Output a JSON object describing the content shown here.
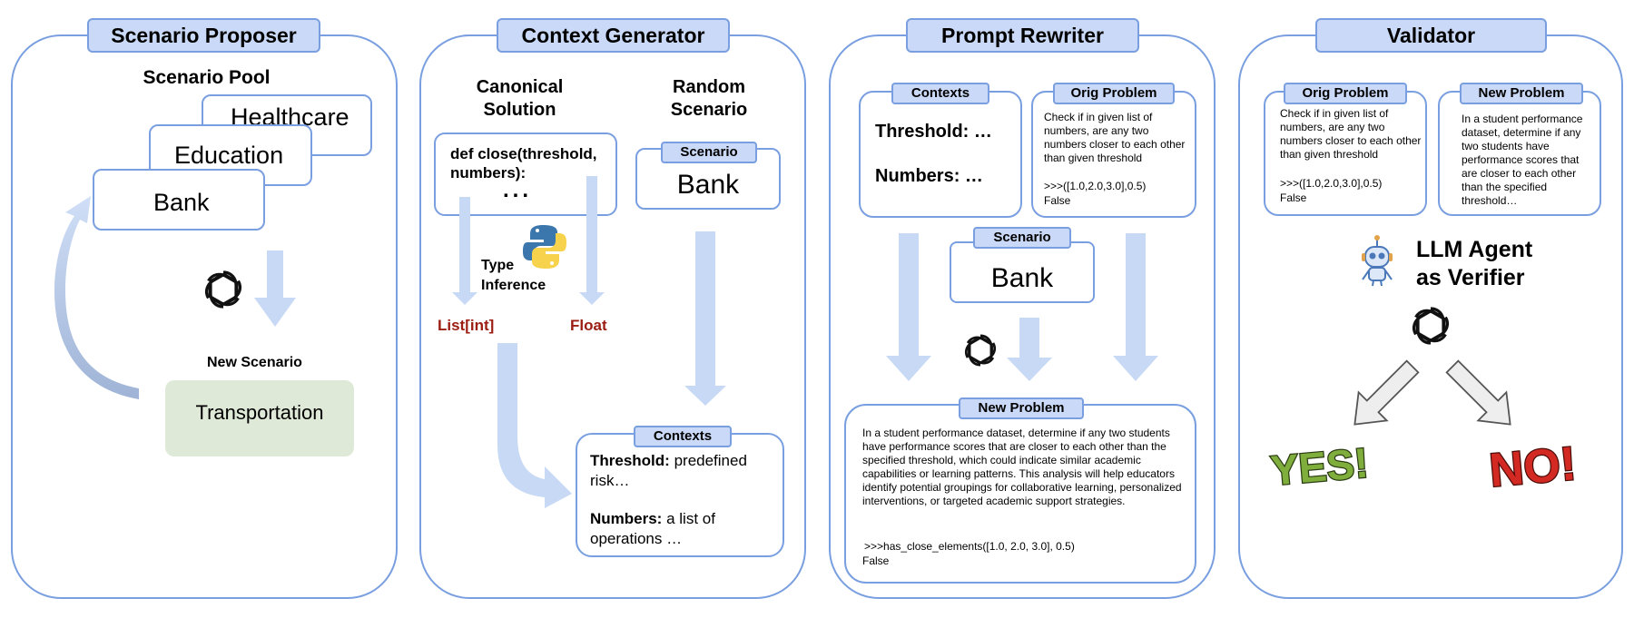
{
  "panels": {
    "proposer": {
      "title": "Scenario Proposer",
      "pool_label": "Scenario Pool",
      "cards": [
        "Healthcare",
        "Education",
        "Bank"
      ],
      "new_label": "New Scenario",
      "new_value": "Transportation"
    },
    "generator": {
      "title": "Context Generator",
      "canonical_label": "Canonical Solution",
      "random_label": "Random Scenario",
      "code_line1": "def close(threshold,",
      "code_line2": "numbers):",
      "code_ellipsis": "...",
      "scenario_tab": "Scenario",
      "scenario_value": "Bank",
      "type_inference": "Type Inference",
      "type_list": "List[int]",
      "type_float": "Float",
      "contexts_tab": "Contexts",
      "threshold_key": "Threshold:",
      "threshold_val": "predefined risk…",
      "numbers_key": "Numbers:",
      "numbers_val": "a list of operations …"
    },
    "rewriter": {
      "title": "Prompt Rewriter",
      "contexts_tab": "Contexts",
      "threshold_line": "Threshold: …",
      "numbers_line": "Numbers: …",
      "orig_tab": "Orig Problem",
      "orig_text": "Check if in given list of numbers, are any two numbers closer to each other than given threshold",
      "orig_code": ">>>([1.0,2.0,3.0],0.5)",
      "orig_result": "False",
      "scenario_tab": "Scenario",
      "scenario_value": "Bank",
      "new_tab": "New Problem",
      "new_text": "In a student performance dataset, determine if any two students have performance scores that are closer to each other than the specified threshold, which could indicate similar academic capabilities or learning patterns. This analysis will help educators identify potential groupings for collaborative learning, personalized interventions, or targeted academic support strategies.",
      "new_code": ">>>has_close_elements([1.0, 2.0, 3.0], 0.5)",
      "new_result": "False"
    },
    "validator": {
      "title": "Validator",
      "orig_tab": "Orig Problem",
      "orig_text": "Check if in given list of numbers, are any two numbers closer to each other than given threshold",
      "orig_code": ">>>([1.0,2.0,3.0],0.5)",
      "orig_result": "False",
      "new_tab": "New Problem",
      "new_text": "In a student performance dataset, determine if any two students have performance scores that are closer to each other than the specified threshold…",
      "agent_label_1": "LLM Agent",
      "agent_label_2": "as Verifier",
      "yes_label": "YES!",
      "no_label": "NO!"
    }
  },
  "icons": [
    "openai-logo-icon",
    "python-logo-icon",
    "robot-icon"
  ],
  "colors": {
    "border": "#7a9fe0",
    "tab_fill": "#c9d9f7",
    "arrow": "#c8d9f5",
    "new_scenario_fill": "#dfe9d7",
    "type_red": "#9b1c10"
  }
}
